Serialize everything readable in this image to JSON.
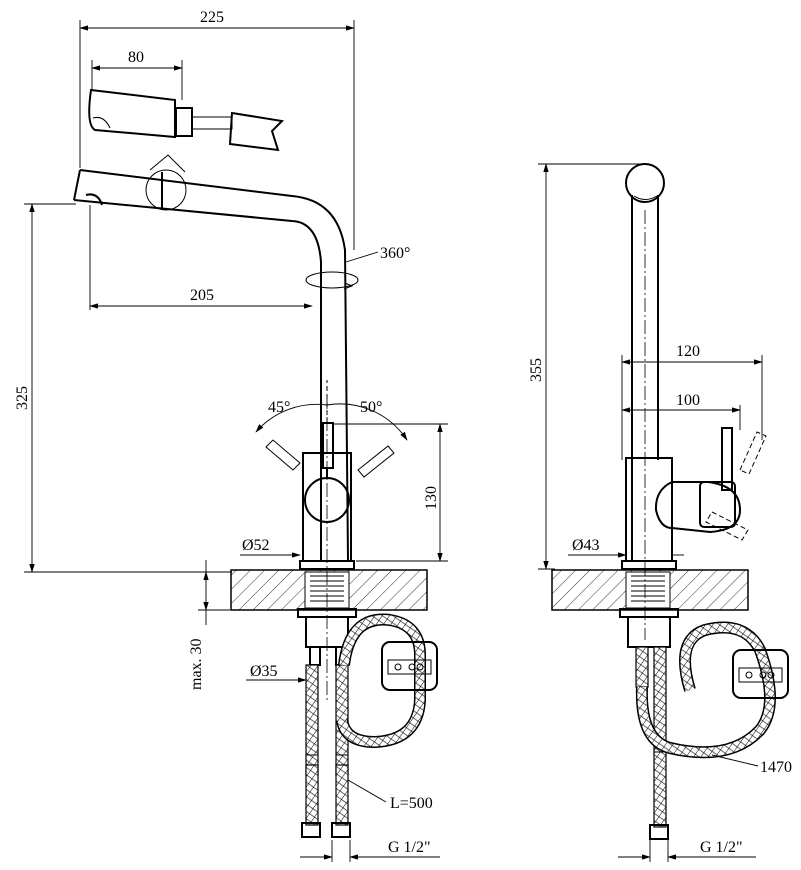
{
  "dimensions": {
    "width_225": "225",
    "head_80": "80",
    "reach_205": "205",
    "height_325": "325",
    "rotation": "360°",
    "angle_left": "45°",
    "angle_right": "50°",
    "body_130": "130",
    "base_dia_52": "Ø52",
    "max_thickness": "max. 30",
    "shank_dia_35": "Ø35",
    "hose_length": "L=500",
    "thread_left": "G 1/2\"",
    "height_355": "355",
    "depth_120": "120",
    "depth_100": "100",
    "base_dia_43": "Ø43",
    "pullout_hose": "1470",
    "thread_right": "G 1/2\""
  }
}
